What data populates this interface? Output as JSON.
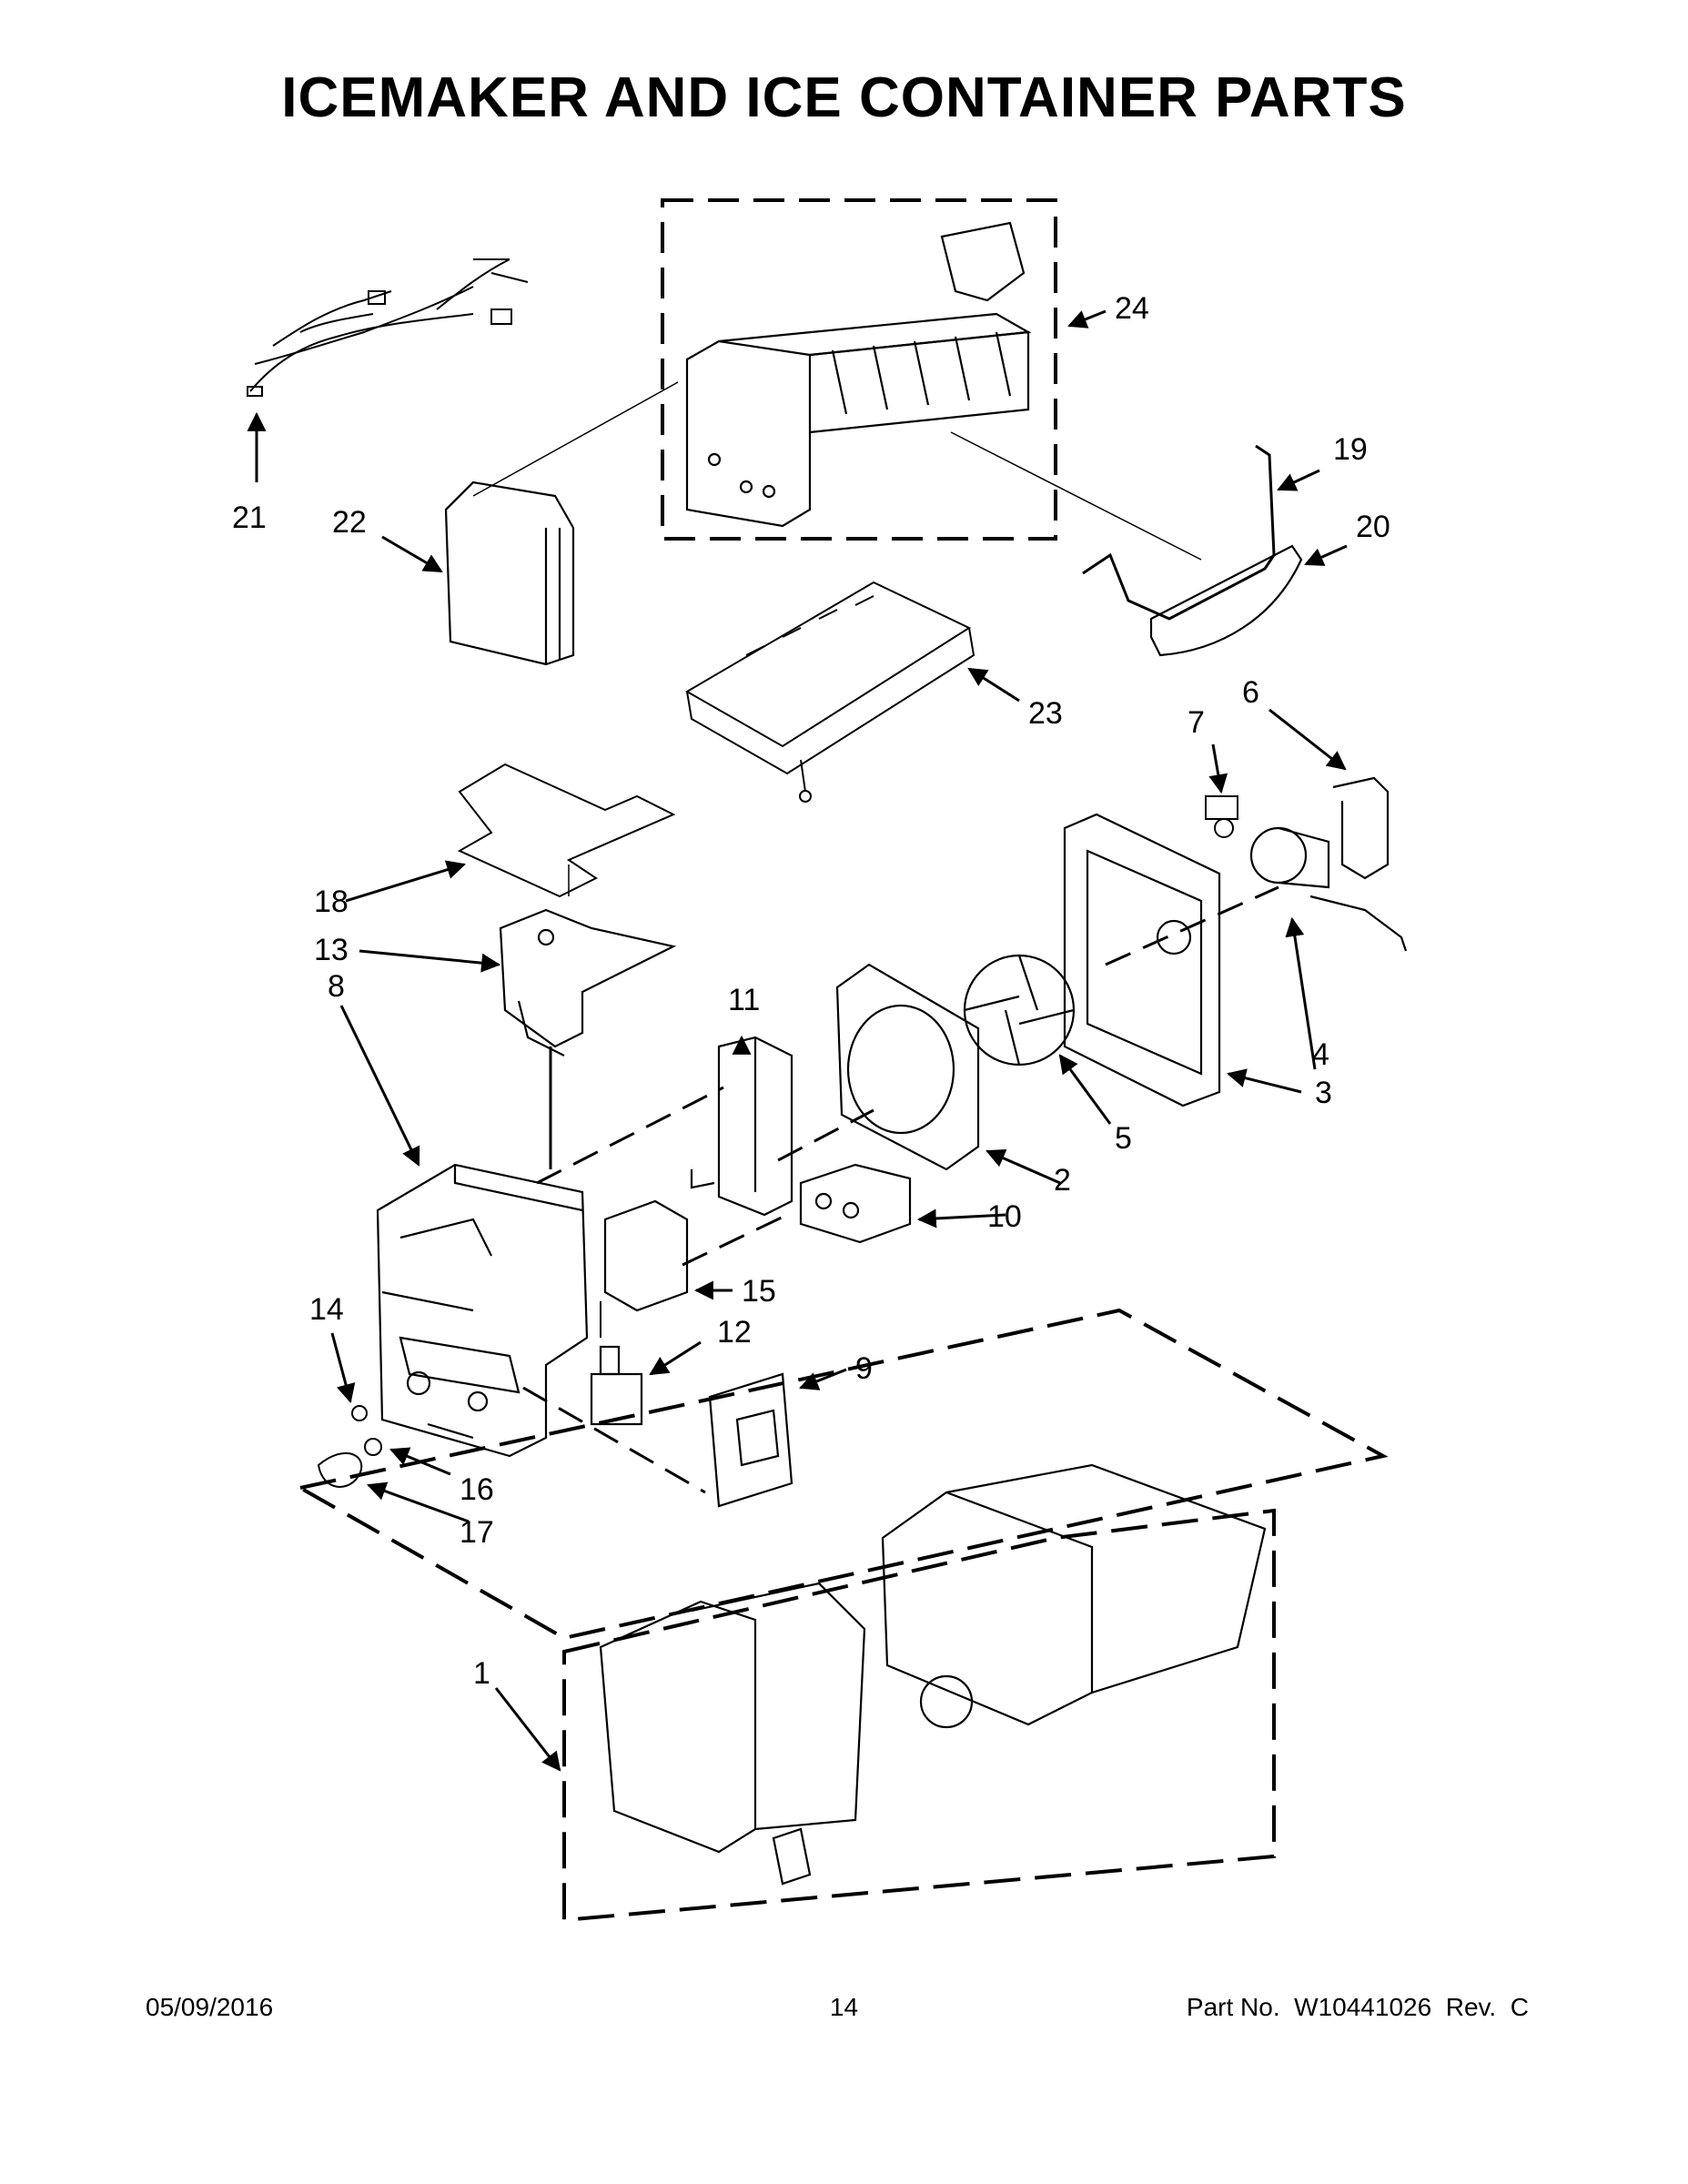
{
  "title": "ICEMAKER AND ICE CONTAINER PARTS",
  "callouts": [
    {
      "id": "c1",
      "label": "1"
    },
    {
      "id": "c2",
      "label": "2"
    },
    {
      "id": "c3",
      "label": "3"
    },
    {
      "id": "c4",
      "label": "4"
    },
    {
      "id": "c5",
      "label": "5"
    },
    {
      "id": "c6",
      "label": "6"
    },
    {
      "id": "c7",
      "label": "7"
    },
    {
      "id": "c8",
      "label": "8"
    },
    {
      "id": "c9",
      "label": "9"
    },
    {
      "id": "c10",
      "label": "10"
    },
    {
      "id": "c11",
      "label": "11"
    },
    {
      "id": "c12",
      "label": "12"
    },
    {
      "id": "c13",
      "label": "13"
    },
    {
      "id": "c14",
      "label": "14"
    },
    {
      "id": "c15",
      "label": "15"
    },
    {
      "id": "c16",
      "label": "16"
    },
    {
      "id": "c17",
      "label": "17"
    },
    {
      "id": "c18",
      "label": "18"
    },
    {
      "id": "c19",
      "label": "19"
    },
    {
      "id": "c20",
      "label": "20"
    },
    {
      "id": "c21",
      "label": "21"
    },
    {
      "id": "c22",
      "label": "22"
    },
    {
      "id": "c23",
      "label": "23"
    },
    {
      "id": "c24",
      "label": "24"
    }
  ],
  "footer": {
    "date": "05/09/2016",
    "page": "14",
    "part_number": "Part No.  W10441026  Rev.  C"
  }
}
